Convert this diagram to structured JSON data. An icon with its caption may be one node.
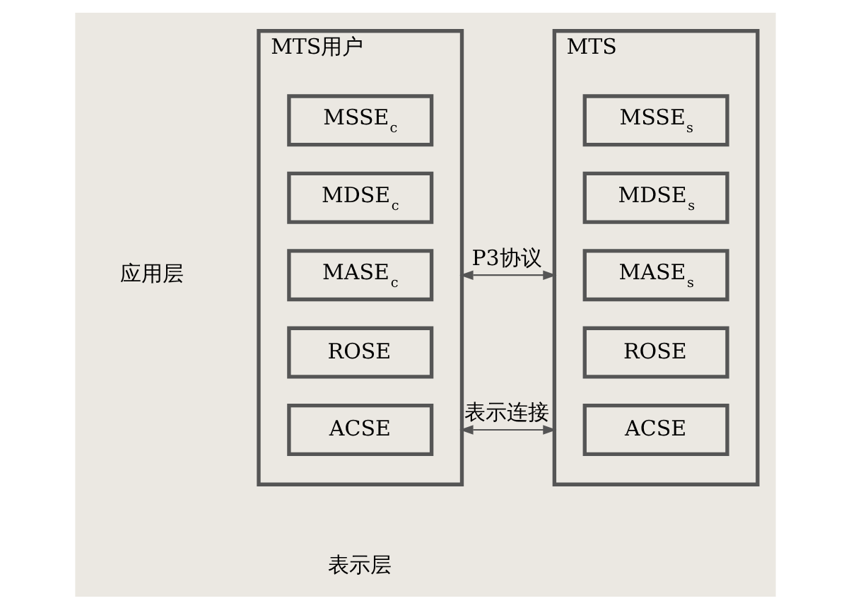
{
  "diagram": {
    "nodes": [
      {
        "text": [
          "MTS用户"
        ]
      },
      {
        "text": [
          "MSSE$_{c}$"
        ],
        "in": 0
      },
      {
        "text": [
          "MDSE$_{c}$"
        ],
        "in": 0
      },
      {
        "text": [
          "MASE$_{c}$"
        ],
        "in": 0
      },
      {
        "text": [
          "ROSE"
        ],
        "in": 0
      },
      {
        "text": [
          "ACSE"
        ],
        "in": 0
      },
      {
        "text": [
          "MTS"
        ]
      },
      {
        "text": [
          "MSSE$_{s}$"
        ],
        "in": 6
      },
      {
        "text": [
          "MDSE$_{s}$"
        ],
        "in": 6
      },
      {
        "text": [
          "MASE$_{s}$"
        ],
        "in": 6
      },
      {
        "text": [
          "ROSE"
        ],
        "in": 6
      },
      {
        "text": [
          "ACSE"
        ],
        "in": 6
      }
    ],
    "edges": [
      {
        "from": 0,
        "to": 6,
        "arrow": "both",
        "label": "P3协议"
      },
      {
        "from": 0,
        "to": 6,
        "arrow": "both",
        "label": "表示连接"
      }
    ],
    "labels": [
      "应用层",
      "表示层"
    ]
  }
}
